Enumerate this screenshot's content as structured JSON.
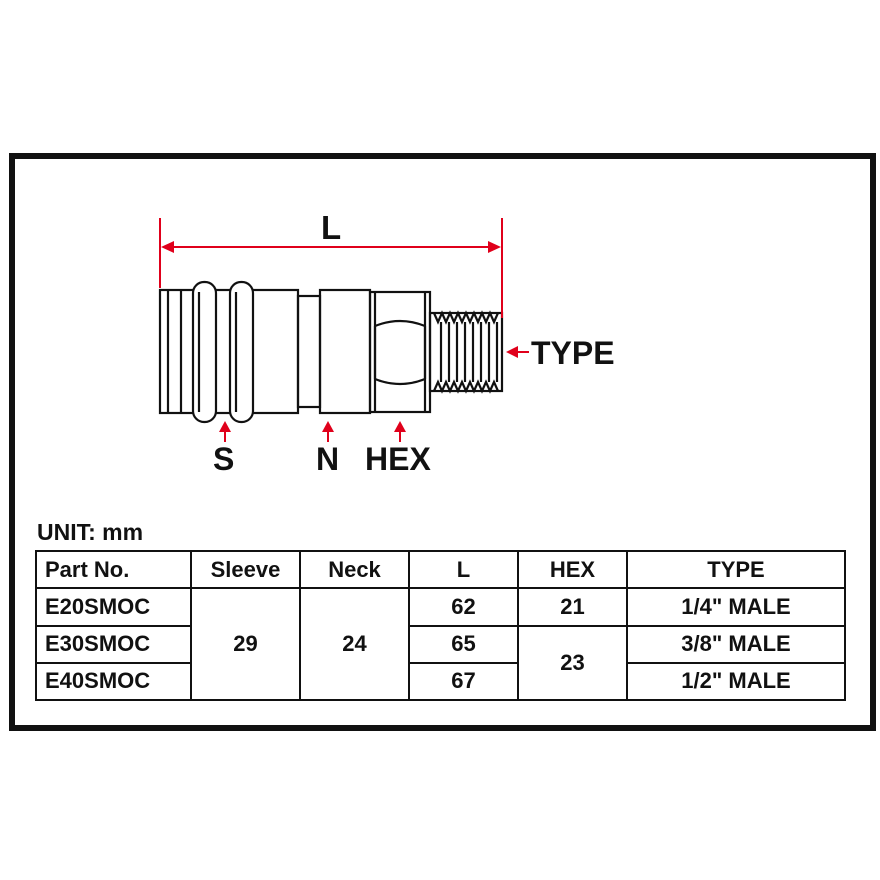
{
  "colors": {
    "outline": "#111111",
    "dimension": "#e0001b",
    "background": "#ffffff"
  },
  "diagram": {
    "labels": {
      "length": "L",
      "type": "TYPE",
      "sleeve": "S",
      "neck": "N",
      "hex": "HEX"
    }
  },
  "unit_label": "UNIT: mm",
  "table": {
    "headers": [
      "Part No.",
      "Sleeve",
      "Neck",
      "L",
      "HEX",
      "TYPE"
    ],
    "rows": [
      {
        "part_no": "E20SMOC",
        "l": "62",
        "type": "1/4\" MALE"
      },
      {
        "part_no": "E30SMOC",
        "l": "65",
        "type": "3/8\" MALE"
      },
      {
        "part_no": "E40SMOC",
        "l": "67",
        "type": "1/2\" MALE"
      }
    ],
    "merged": {
      "sleeve": "29",
      "neck": "24",
      "hex_e20": "21",
      "hex_e30_e40": "23"
    }
  }
}
